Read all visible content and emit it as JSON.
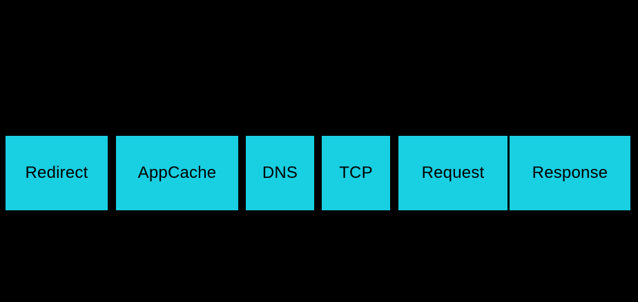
{
  "canvas": {
    "background_color": "#000000"
  },
  "diagram": {
    "phases": [
      {
        "label": "Redirect"
      },
      {
        "label": "AppCache"
      },
      {
        "label": "DNS"
      },
      {
        "label": "TCP"
      },
      {
        "label": "Request"
      },
      {
        "label": "Response"
      }
    ],
    "box_fill_color": "#19CFE2",
    "box_text_color": "#000000"
  }
}
